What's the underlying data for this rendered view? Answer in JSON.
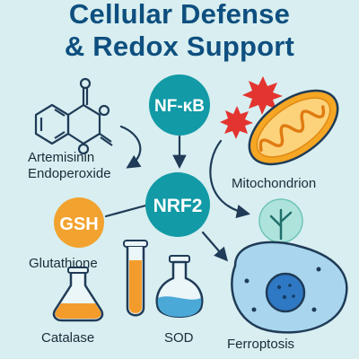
{
  "title": {
    "line1": "Cellular Defense",
    "line2": "& Redox Support"
  },
  "nodes": {
    "nfkb": "NF-κB",
    "nrf2": "NRF2",
    "gsh": "GSH"
  },
  "labels": {
    "artemisinin_line1": "Artemisinin",
    "artemisinin_line2": "Endoperoxide",
    "mitochondrion": "Mitochondrion",
    "glutathione": "Glutathione",
    "catalase": "Catalase",
    "sod": "SOD",
    "ferroptosis": "Ferroptosis"
  },
  "colors": {
    "background": "#d8eef0",
    "title": "#0e4f7f",
    "node_teal": "#129aa6",
    "gsh_orange": "#f2a22e",
    "arrow": "#1f3b57",
    "star_red": "#e3342f",
    "mito_orange": "#f5a623",
    "liquid_orange": "#f39c2b",
    "liquid_blue": "#4ba9d8",
    "cell_blue": "#a9d6ee",
    "nucleus_blue": "#2f79c4"
  }
}
